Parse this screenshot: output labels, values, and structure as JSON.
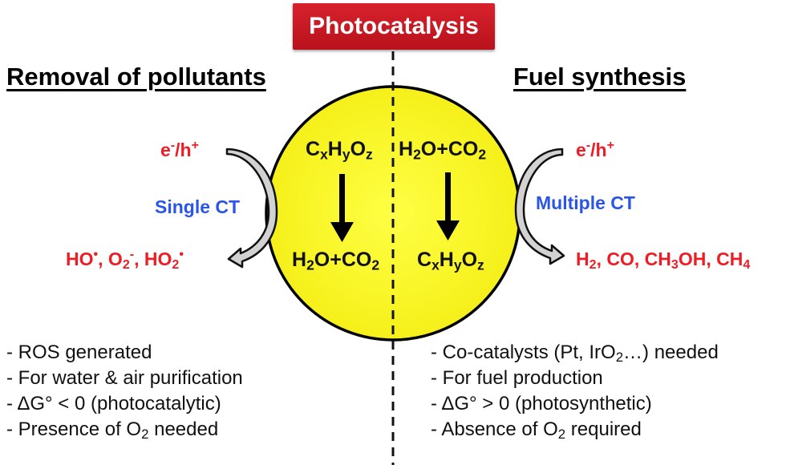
{
  "title": "Photocatalysis",
  "colors": {
    "title_bg": "#c8141f",
    "circle_fill": "#ffff33",
    "product_red": "#ee1c24",
    "charge_transfer_blue": "#2b55e6",
    "arrow_fill": "#d0d0d0"
  },
  "left": {
    "heading": "Removal of pollutants",
    "carriers": {
      "base1": "e",
      "sup1": "-",
      "mid": "/h",
      "sup2": "+"
    },
    "charge_transfer": "Single CT",
    "products": "HO•, O2−, HO2•",
    "circle_reactant": "CxHyOz",
    "circle_product": "H2O+CO2",
    "bullets": [
      "- ROS generated",
      "- For water & air purification",
      "- ΔG° < 0 (photocatalytic)",
      "- Presence of O2 needed"
    ]
  },
  "right": {
    "heading": "Fuel synthesis",
    "carriers": {
      "base1": "e",
      "sup1": "-",
      "mid": "/h",
      "sup2": "+"
    },
    "charge_transfer": "Multiple CT",
    "products": "H2, CO, CH3OH, CH4",
    "circle_reactant": "H2O+CO2",
    "circle_product": "CxHyOz",
    "bullets": [
      "- Co-catalysts (Pt, IrO2…) needed",
      "- For fuel production",
      "- ΔG° > 0 (photosynthetic)",
      "- Absence of O2 required"
    ]
  },
  "parts": {
    "dot": "•",
    "comma": ", ",
    "minus": "-",
    "plus": "+",
    "H": "H",
    "O": "O",
    "C": "C",
    "two": "2",
    "three": "3",
    "four": "4",
    "x": "x",
    "y": "y",
    "z": "z",
    "HO": "HO",
    "CO": "CO",
    "CH": "CH",
    "OH": "OH",
    "plusCO": "O+CO",
    "b1": "- ROS generated",
    "b2": "- For water & air purification",
    "b3": "- ΔG° < 0 (photocatalytic)",
    "b4a": "- Presence of O",
    "b4b": " needed",
    "r1a": "- Co-catalysts (Pt, IrO",
    "r1b": "…) needed",
    "r2": "- For fuel production",
    "r3": "- ΔG° > 0 (photosynthetic)",
    "r4a": "- Absence of O",
    "r4b": " required"
  }
}
